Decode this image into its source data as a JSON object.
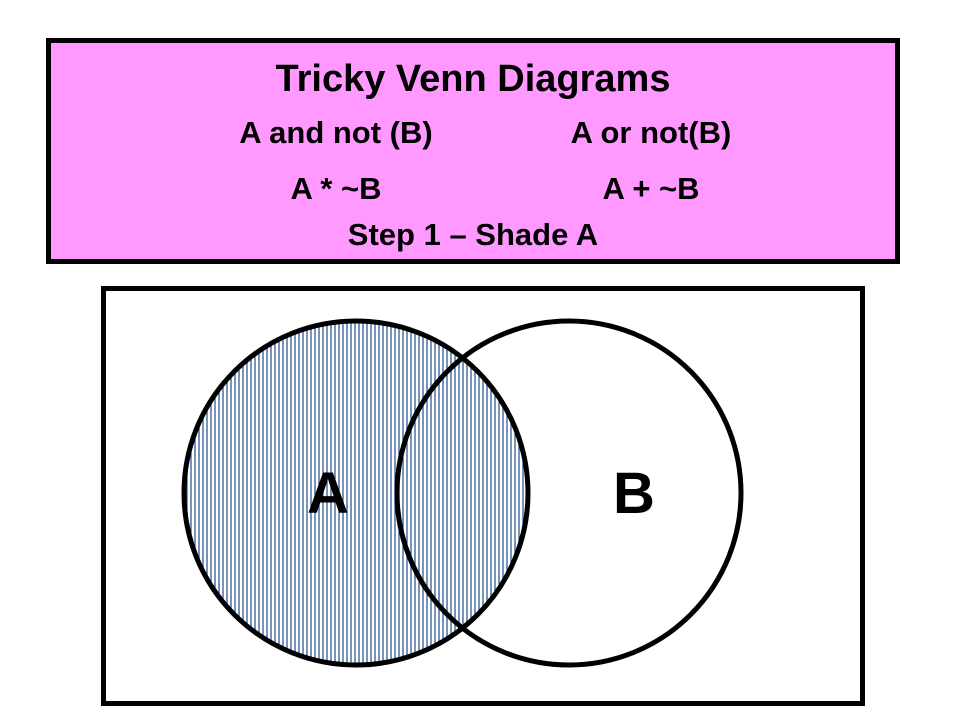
{
  "header": {
    "title": "Tricky Venn Diagrams",
    "expressions": {
      "left_words": "A and not (B)",
      "right_words": "A or not(B)",
      "left_symbolic": "A * ~B",
      "right_symbolic": "A + ~B"
    },
    "step": "Step 1 – Shade A",
    "background_color": "#ff99ff"
  },
  "venn": {
    "sets": [
      {
        "label": "A",
        "shaded": true
      },
      {
        "label": "B",
        "shaded": false
      }
    ],
    "shade_color": "#1f4e8c",
    "shade_pattern": "vertical-lines"
  }
}
